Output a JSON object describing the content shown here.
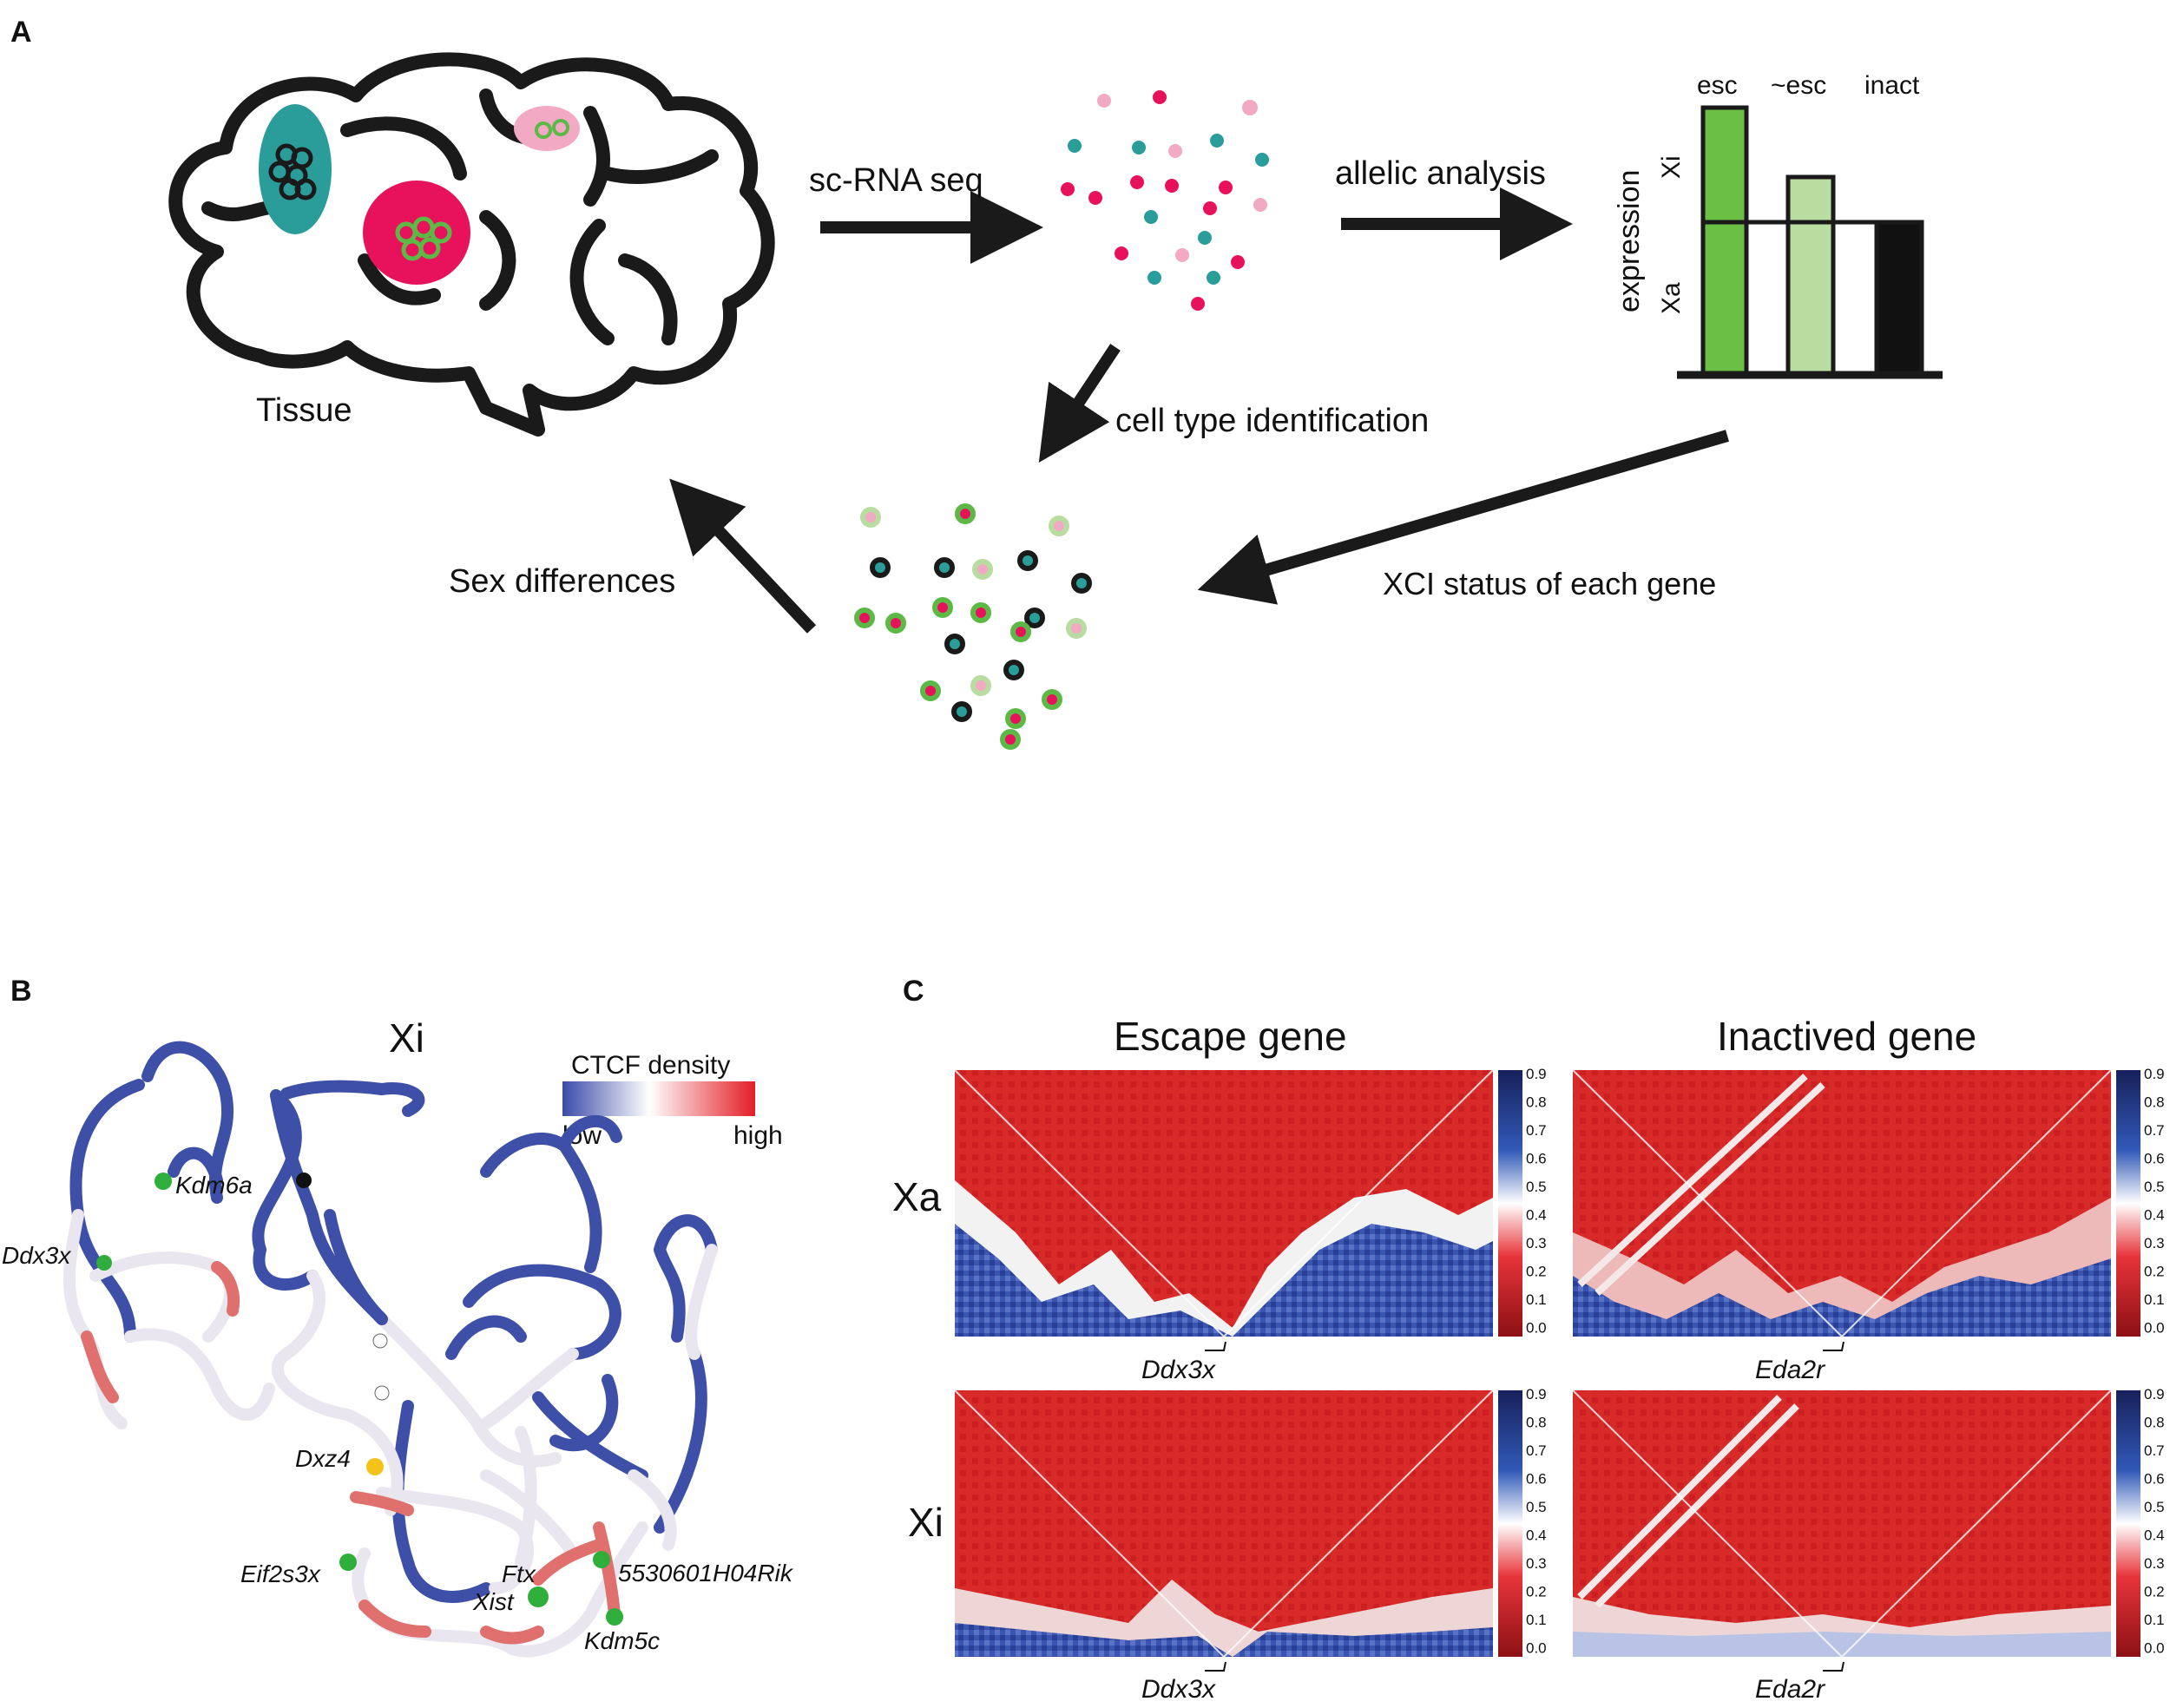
{
  "panels": {
    "a": "A",
    "b": "B",
    "c": "C"
  },
  "panel_a": {
    "tissue_label": "Tissue",
    "arrow_scrna": "sc-RNA seq",
    "arrow_allelic": "allelic analysis",
    "arrow_celltype": "cell type identification",
    "arrow_sex": "Sex differences",
    "arrow_xci": "XCI status of each gene",
    "bar_chart": {
      "categories": [
        "esc",
        "~esc",
        "inact"
      ],
      "ylabel": "expression",
      "xi_label": "Xi",
      "xa_label": "Xa",
      "colors": {
        "esc": "#6cbf45",
        "~esc": "#b9dda0",
        "inact": "#000000"
      }
    },
    "colors": {
      "teal": "#2a9d9a",
      "magenta": "#e8125c",
      "pink": "#f2a9c4",
      "green_ring": "#5cb946",
      "dark_ring": "#1a1a1a"
    }
  },
  "panel_b": {
    "title": "Xi",
    "legend_title": "CTCF density",
    "legend_low": "low",
    "legend_high": "high",
    "genes": [
      "Kdm6a",
      "Ddx3x",
      "Dxz4",
      "Eif2s3x",
      "Ftx",
      "Xist",
      "5530601H04Rik",
      "Kdm5c"
    ]
  },
  "panel_c": {
    "col_titles": [
      "Escape gene",
      "Inactived gene"
    ],
    "row_labels": [
      "Xa",
      "Xi"
    ],
    "gene_labels": [
      "Ddx3x",
      "Eda2r",
      "Ddx3x",
      "Eda2r"
    ],
    "colorbar_ticks": [
      "0.9",
      "0.8",
      "0.7",
      "0.6",
      "0.5",
      "0.4",
      "0.3",
      "0.2",
      "0.1",
      "0.0"
    ]
  }
}
